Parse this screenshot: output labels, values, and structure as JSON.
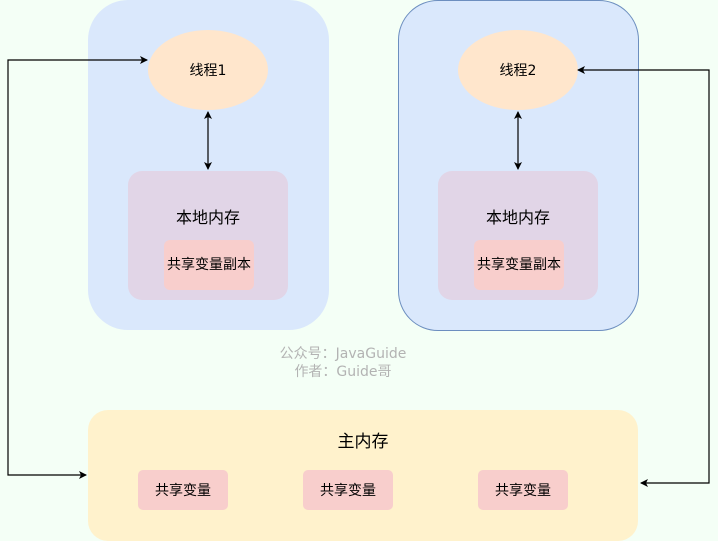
{
  "threads": [
    {
      "label": "线程1",
      "local_memory": "本地内存",
      "copy": "共享变量副本"
    },
    {
      "label": "线程2",
      "local_memory": "本地内存",
      "copy": "共享变量副本"
    }
  ],
  "watermark": {
    "line1": "公众号：JavaGuide",
    "line2": "作者：Guide哥"
  },
  "main_memory": {
    "title": "主内存",
    "vars": [
      "共享变量",
      "共享变量",
      "共享变量"
    ]
  },
  "colors": {
    "background": "#f4fff6",
    "thread_container": "#dae8fc",
    "thread_node": "#ffe6cc",
    "local_memory": "#e1d5e7",
    "shared_variable": "#f8cecc",
    "main_memory": "#fff2cc",
    "selected_border": "#6c8ebf"
  }
}
